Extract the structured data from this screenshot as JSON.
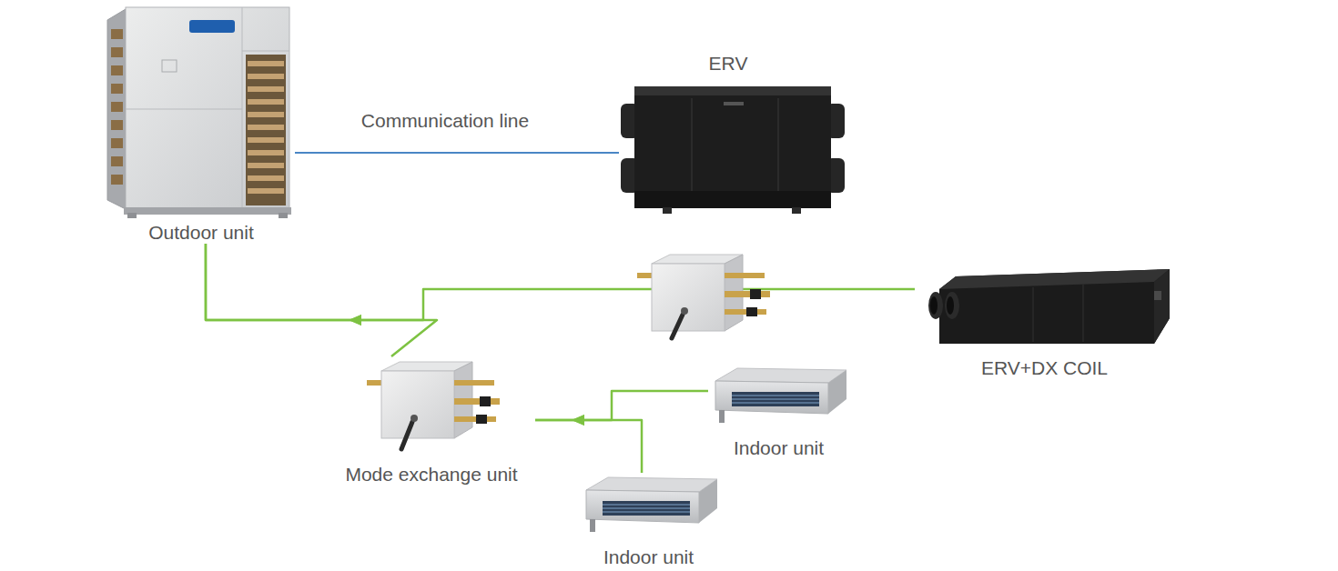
{
  "diagram": {
    "nodes": [
      {
        "text": [
          "Outdoor unit"
        ]
      },
      {
        "text": [
          "ERV"
        ]
      },
      {
        "text": [
          "ERV+DX COIL"
        ]
      },
      {
        "text": [
          "Mode exchange unit"
        ]
      },
      {
        "text": [
          "Indoor unit"
        ]
      },
      {
        "text": [
          "Indoor unit"
        ]
      }
    ],
    "edges": [
      {
        "from": 0,
        "to": 1,
        "label": "Communication line",
        "arrow": "none"
      },
      {
        "from": 2,
        "to": 0,
        "arrow": "to"
      },
      {
        "from": 3,
        "to": 0,
        "arrow": "to"
      },
      {
        "from": 4,
        "to": 3,
        "arrow": "to"
      },
      {
        "from": 5,
        "to": 3,
        "arrow": "to"
      }
    ]
  }
}
